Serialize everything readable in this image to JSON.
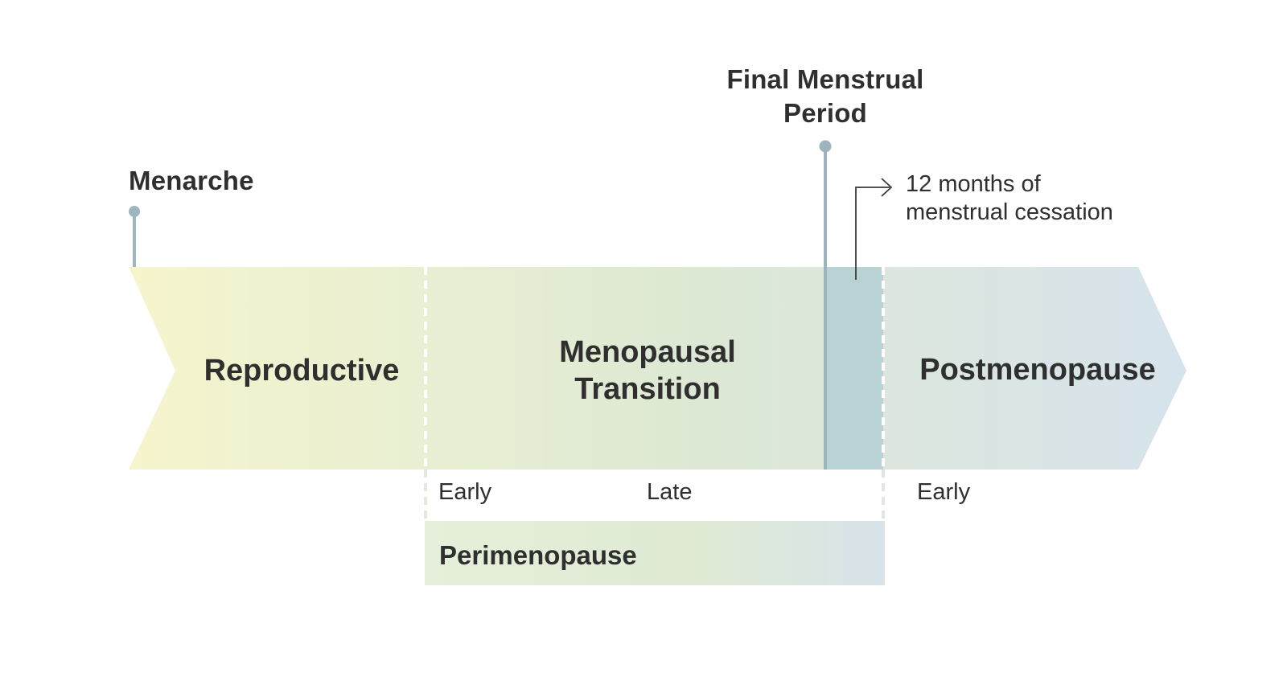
{
  "markers": {
    "menarche": "Menarche",
    "fmp_line1": "Final Menstrual",
    "fmp_line2": "Period"
  },
  "note": {
    "line1": "12 months of",
    "line2": "menstrual cessation"
  },
  "stages": {
    "reproductive": "Reproductive",
    "transition_line1": "Menopausal",
    "transition_line2": "Transition",
    "postmenopause": "Postmenopause"
  },
  "substages": {
    "transition_early": "Early",
    "transition_late": "Late",
    "postmenopause_early": "Early"
  },
  "bands": {
    "perimenopause": "Perimenopause"
  },
  "colors": {
    "yellow": "#f5f4cf",
    "green": "#dde9d3",
    "blue": "#d9e4ea",
    "cessation": "#b8d3d5",
    "pin": "#9db4bf",
    "text": "#2f2f2f"
  }
}
